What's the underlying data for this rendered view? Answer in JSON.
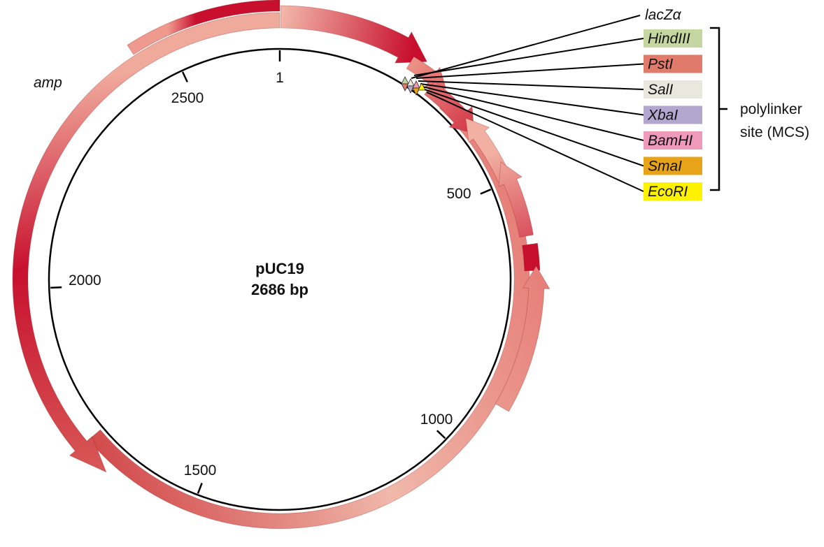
{
  "plasmid": {
    "name": "pUC19",
    "size": "2686 bp"
  },
  "ticks": [
    {
      "bp": 1,
      "label": "1"
    },
    {
      "bp": 500,
      "label": "500"
    },
    {
      "bp": 1000,
      "label": "1000"
    },
    {
      "bp": 1500,
      "label": "1500"
    },
    {
      "bp": 2000,
      "label": "2000"
    },
    {
      "bp": 2500,
      "label": "2500"
    }
  ],
  "genes": {
    "amp_label": "amp",
    "lacz_label": "lacZα"
  },
  "mcs": {
    "label_line1": "polylinker",
    "label_line2": "site (MCS)",
    "sites": [
      {
        "name": "HindIII",
        "color": "#c5d6a1"
      },
      {
        "name": "PstI",
        "color": "#e07a6a"
      },
      {
        "name": "SalI",
        "color": "#e8e8de"
      },
      {
        "name": "XbaI",
        "color": "#b3a6cf"
      },
      {
        "name": "BamHI",
        "color": "#ef9ab8"
      },
      {
        "name": "SmaI",
        "color": "#e8a418"
      },
      {
        "name": "EcoRI",
        "color": "#fff200"
      }
    ]
  },
  "colors": {
    "dark_red": "#c8102e",
    "light_red": "#f0b0a0"
  }
}
